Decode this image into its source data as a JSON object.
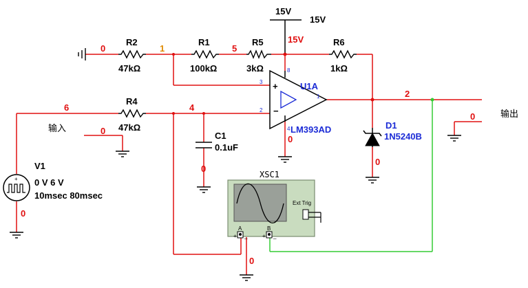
{
  "supply": {
    "node_label": "15V",
    "side_label": "15V"
  },
  "nets": {
    "n0_left": "0",
    "n1": "1",
    "n5": "5",
    "n15v": "15V",
    "n6": "6",
    "n4": "4",
    "n0_input": "0",
    "n0_cap": "0",
    "n0_opamp": "0",
    "n2": "2",
    "n0_out": "0",
    "n0_diode": "0",
    "n0_v1": "0",
    "n0_scope": "0"
  },
  "resistors": {
    "r2": {
      "name": "R2",
      "value": "47kΩ"
    },
    "r1": {
      "name": "R1",
      "value": "100kΩ"
    },
    "r5": {
      "name": "R5",
      "value": "3kΩ"
    },
    "r6": {
      "name": "R6",
      "value": "1kΩ"
    },
    "r4": {
      "name": "R4",
      "value": "47kΩ"
    }
  },
  "capacitor": {
    "name": "C1",
    "value": "0.1uF"
  },
  "opamp": {
    "name": "U1A",
    "part": "LM393AD",
    "pins": {
      "p3": "3",
      "p2": "2",
      "p1": "1",
      "p8": "8",
      "p4": "4"
    }
  },
  "diode": {
    "name": "D1",
    "part": "1N5240B"
  },
  "source": {
    "name": "V1",
    "levels": "0 V 6 V",
    "timing": "10msec 80msec"
  },
  "labels": {
    "input": "输入",
    "output": "输出"
  },
  "scope": {
    "name": "XSC1",
    "ext_trig": "Ext Trig",
    "ch_a": "A",
    "ch_b": "B",
    "plus": "+",
    "minus": "_"
  },
  "colors": {
    "wire": "#e01010",
    "probe_wire": "#33cc33",
    "component": "#000000",
    "pin_text": "#1b2bd6"
  }
}
